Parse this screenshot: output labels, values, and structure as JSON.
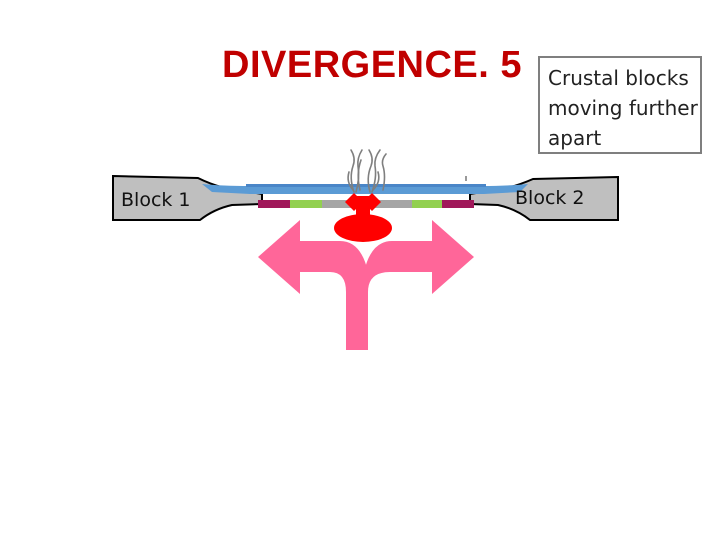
{
  "title": "DIVERGENCE. 5",
  "note": {
    "lines": [
      "Crustal blocks",
      "moving further",
      "apart"
    ]
  },
  "blocks": {
    "left_label": "Block 1",
    "right_label": "Block 2"
  },
  "colors": {
    "title": "#c00000",
    "water": "#5b9bd5",
    "crust": "#bfbfbf",
    "oceanic_crust": "#a5a5a5",
    "young_crust": "#92d050",
    "old_crust": "#a0185a",
    "magma": "#ff0000",
    "arrow": "#ff6699",
    "smoke": "#7f7f7f"
  },
  "icons": {
    "arrow": "mantle-convection-arrow",
    "magma": "magma-chamber",
    "vents": "hydrothermal-vent-plumes"
  }
}
